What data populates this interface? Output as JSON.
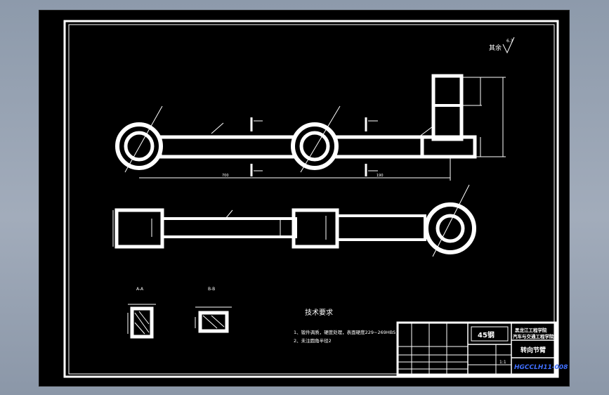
{
  "drawing": {
    "roughness_note": "其余",
    "roughness_value": "6.3",
    "tech_req_title": "技术要求",
    "tech_req_lines": [
      "1、锻件调质，硬度处理，表面硬度229~269HBS；",
      "2、未注圆角半径2"
    ],
    "section_labels": [
      "A-A",
      "B-B"
    ],
    "dimensions": {
      "dim_lower_left": "700",
      "dim_lower_right": "190"
    }
  },
  "title_block": {
    "material": "45钢",
    "school_line1": "黑龙江工程学院",
    "school_line2": "汽车与交通工程学院",
    "part_name": "转向节臂",
    "drawing_number": "HGCCLH11-008",
    "scale": "1:1"
  },
  "colors": {
    "viewport_bg": "#000000",
    "drawing_lines": "#ffffff",
    "drawing_number": "#3f6fff",
    "outer_backdrop": "#98a4b4"
  }
}
